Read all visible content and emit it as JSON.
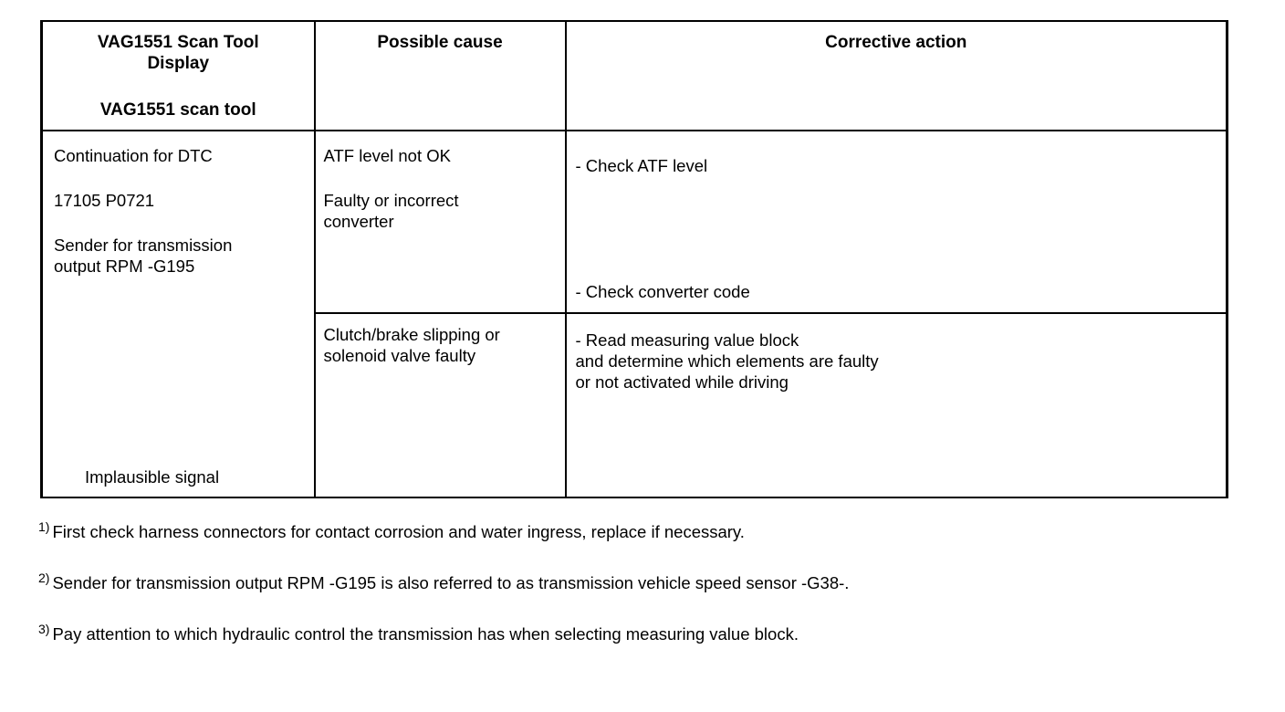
{
  "table": {
    "headers": {
      "display_title_line1": "VAG1551 Scan Tool",
      "display_title_line2": "Display",
      "display_subtitle": "VAG1551 scan tool",
      "possible_cause": "Possible cause",
      "corrective_action": "Corrective action"
    },
    "display_column": {
      "line1": "Continuation for DTC",
      "line2": "17105 P0721",
      "line3a": "Sender for transmission",
      "line3b": "output RPM -G195",
      "bottom": "Implausible signal"
    },
    "rows": [
      {
        "cause": {
          "line1": "ATF level not OK",
          "line2a": "Faulty or incorrect",
          "line2b": "converter"
        },
        "action": {
          "line1": "- Check ATF level",
          "line2": "- Check converter code"
        }
      },
      {
        "cause": {
          "line1": "Clutch/brake slipping or",
          "line2": "solenoid valve faulty"
        },
        "action": {
          "line1": "- Read measuring value block",
          "line2": "and determine which elements are faulty",
          "line3": "or not activated while driving"
        }
      }
    ]
  },
  "footnotes": [
    {
      "marker": "1)",
      "text": "First check harness connectors for contact corrosion and water ingress, replace if necessary."
    },
    {
      "marker": "2)",
      "text": "Sender for transmission output RPM -G195 is also referred to as transmission vehicle speed sensor -G38-."
    },
    {
      "marker": "3)",
      "text": "Pay attention to which hydraulic control the transmission has when selecting measuring value block."
    }
  ],
  "colors": {
    "border": "#000000",
    "text": "#000000",
    "background": "#ffffff"
  }
}
